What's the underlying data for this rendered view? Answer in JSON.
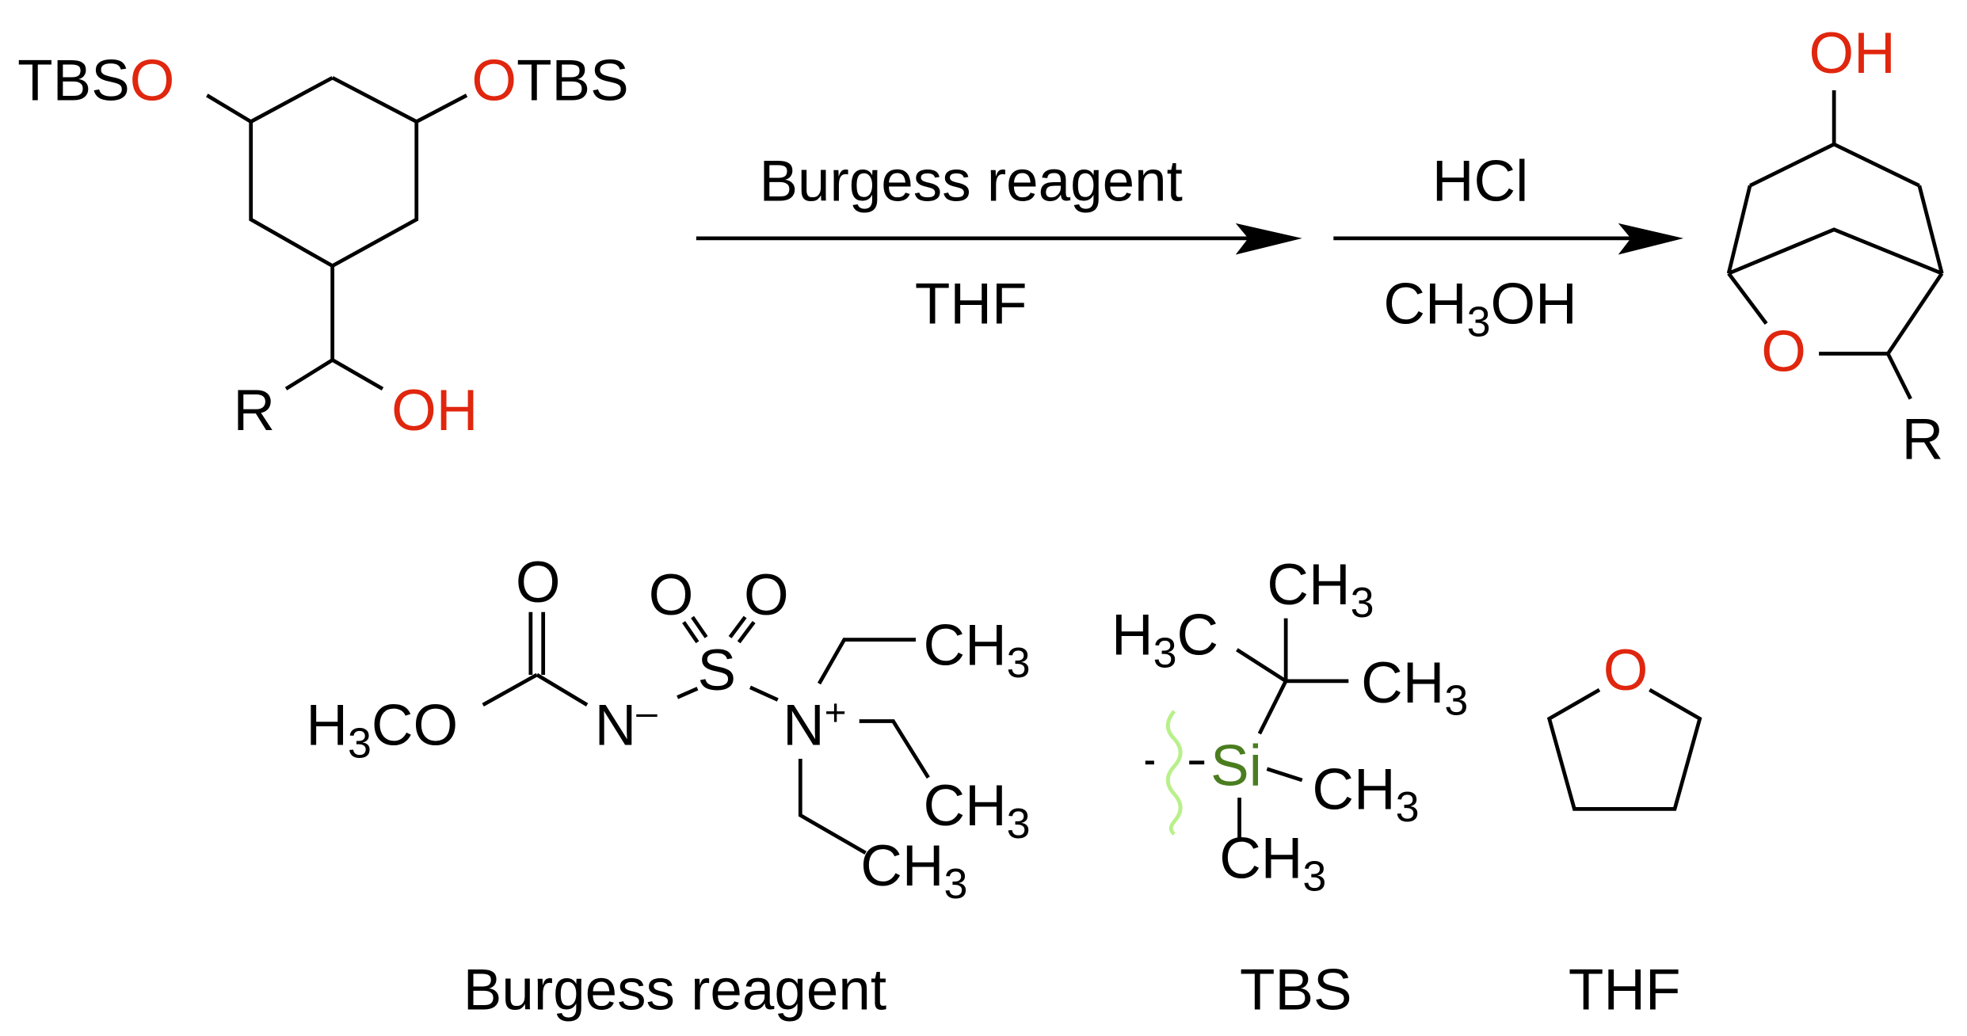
{
  "colors": {
    "oxygen": "#e0260e",
    "silicon": "#4a7d1f",
    "wavy_bond": "#b8f08a",
    "bond": "#000000"
  },
  "starting_material": {
    "left_tbs": "TBS",
    "left_o": "O",
    "right_o": "O",
    "right_tbs": "TBS",
    "r": "R",
    "oh": "OH"
  },
  "step1": {
    "reagent": "Burgess reagent",
    "solvent": "THF"
  },
  "step2": {
    "reagent": "HCl",
    "solvent_main": "CH",
    "solvent_sub": "3",
    "solvent_end": "OH"
  },
  "product": {
    "oh": "OH",
    "o": "O",
    "r": "R"
  },
  "burgess": {
    "h": "H",
    "h_sub": "3",
    "co": "CO",
    "carbonyl_o": "O",
    "n": "N",
    "n_charge": "–",
    "s": "S",
    "so_left": "O",
    "so_right": "O",
    "n_plus": "N",
    "plus": "+",
    "ch": "CH",
    "ch_sub": "3",
    "label": "Burgess reagent"
  },
  "tbs": {
    "h": "H",
    "h_sub": "3",
    "c": "C",
    "ch": "CH",
    "ch_sub": "3",
    "si": "Si",
    "label": "TBS"
  },
  "thf": {
    "o": "O",
    "label": "THF"
  }
}
